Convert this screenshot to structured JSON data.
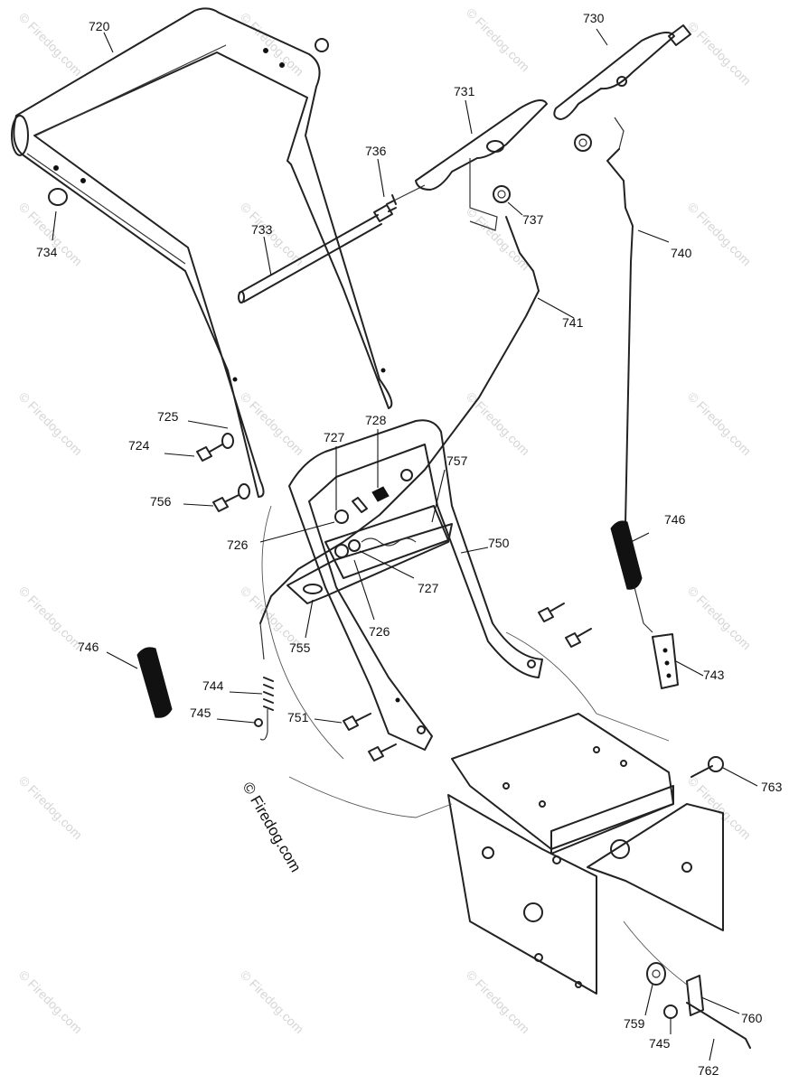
{
  "callouts": [
    "720",
    "730",
    "731",
    "736",
    "733",
    "734",
    "737",
    "740",
    "741",
    "725",
    "728",
    "727",
    "757",
    "724",
    "756",
    "726",
    "750",
    "746",
    "727",
    "726",
    "755",
    "746",
    "744",
    "745",
    "751",
    "743",
    "763",
    "759",
    "760",
    "745",
    "762"
  ],
  "copyright": "© Firedog.com",
  "watermark": "© Firedog.com"
}
